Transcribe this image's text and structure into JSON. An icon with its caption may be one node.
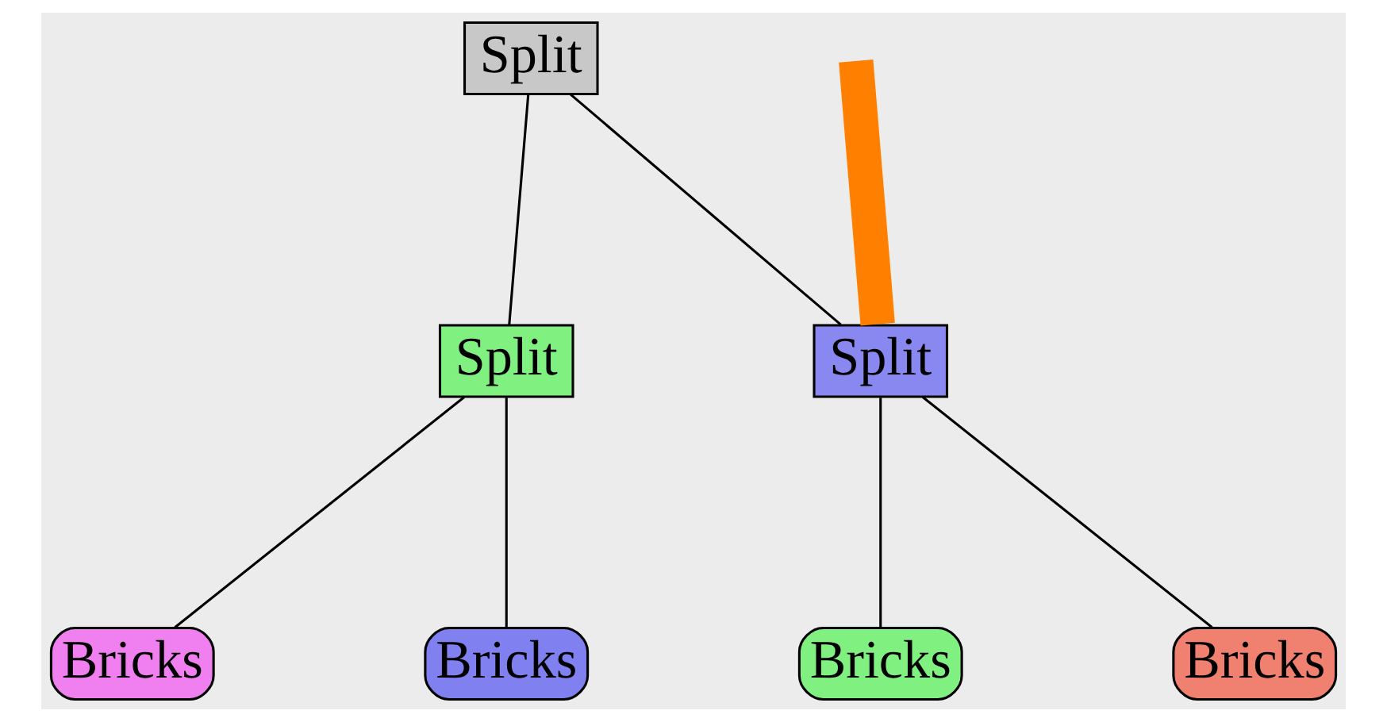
{
  "diagram": {
    "nodes": [
      {
        "text": [
          "Split"
        ]
      },
      {
        "text": [
          "Split"
        ]
      },
      {
        "text": [
          "Split"
        ]
      },
      {
        "text": [
          "Bricks"
        ]
      },
      {
        "text": [
          "Bricks"
        ]
      },
      {
        "text": [
          "Bricks"
        ]
      },
      {
        "text": [
          "Bricks"
        ]
      }
    ],
    "edges": [
      {
        "from": 0,
        "to": 1,
        "arrow": "none"
      },
      {
        "from": 0,
        "to": 2,
        "arrow": "none"
      },
      {
        "from": 1,
        "to": 3,
        "arrow": "none"
      },
      {
        "from": 1,
        "to": 4,
        "arrow": "none"
      },
      {
        "from": 2,
        "to": 5,
        "arrow": "none"
      },
      {
        "from": 2,
        "to": 6,
        "arrow": "none"
      },
      {
        "from": null,
        "to": 2,
        "arrow": "none",
        "style": "thick",
        "color": "#ff8000"
      }
    ]
  }
}
